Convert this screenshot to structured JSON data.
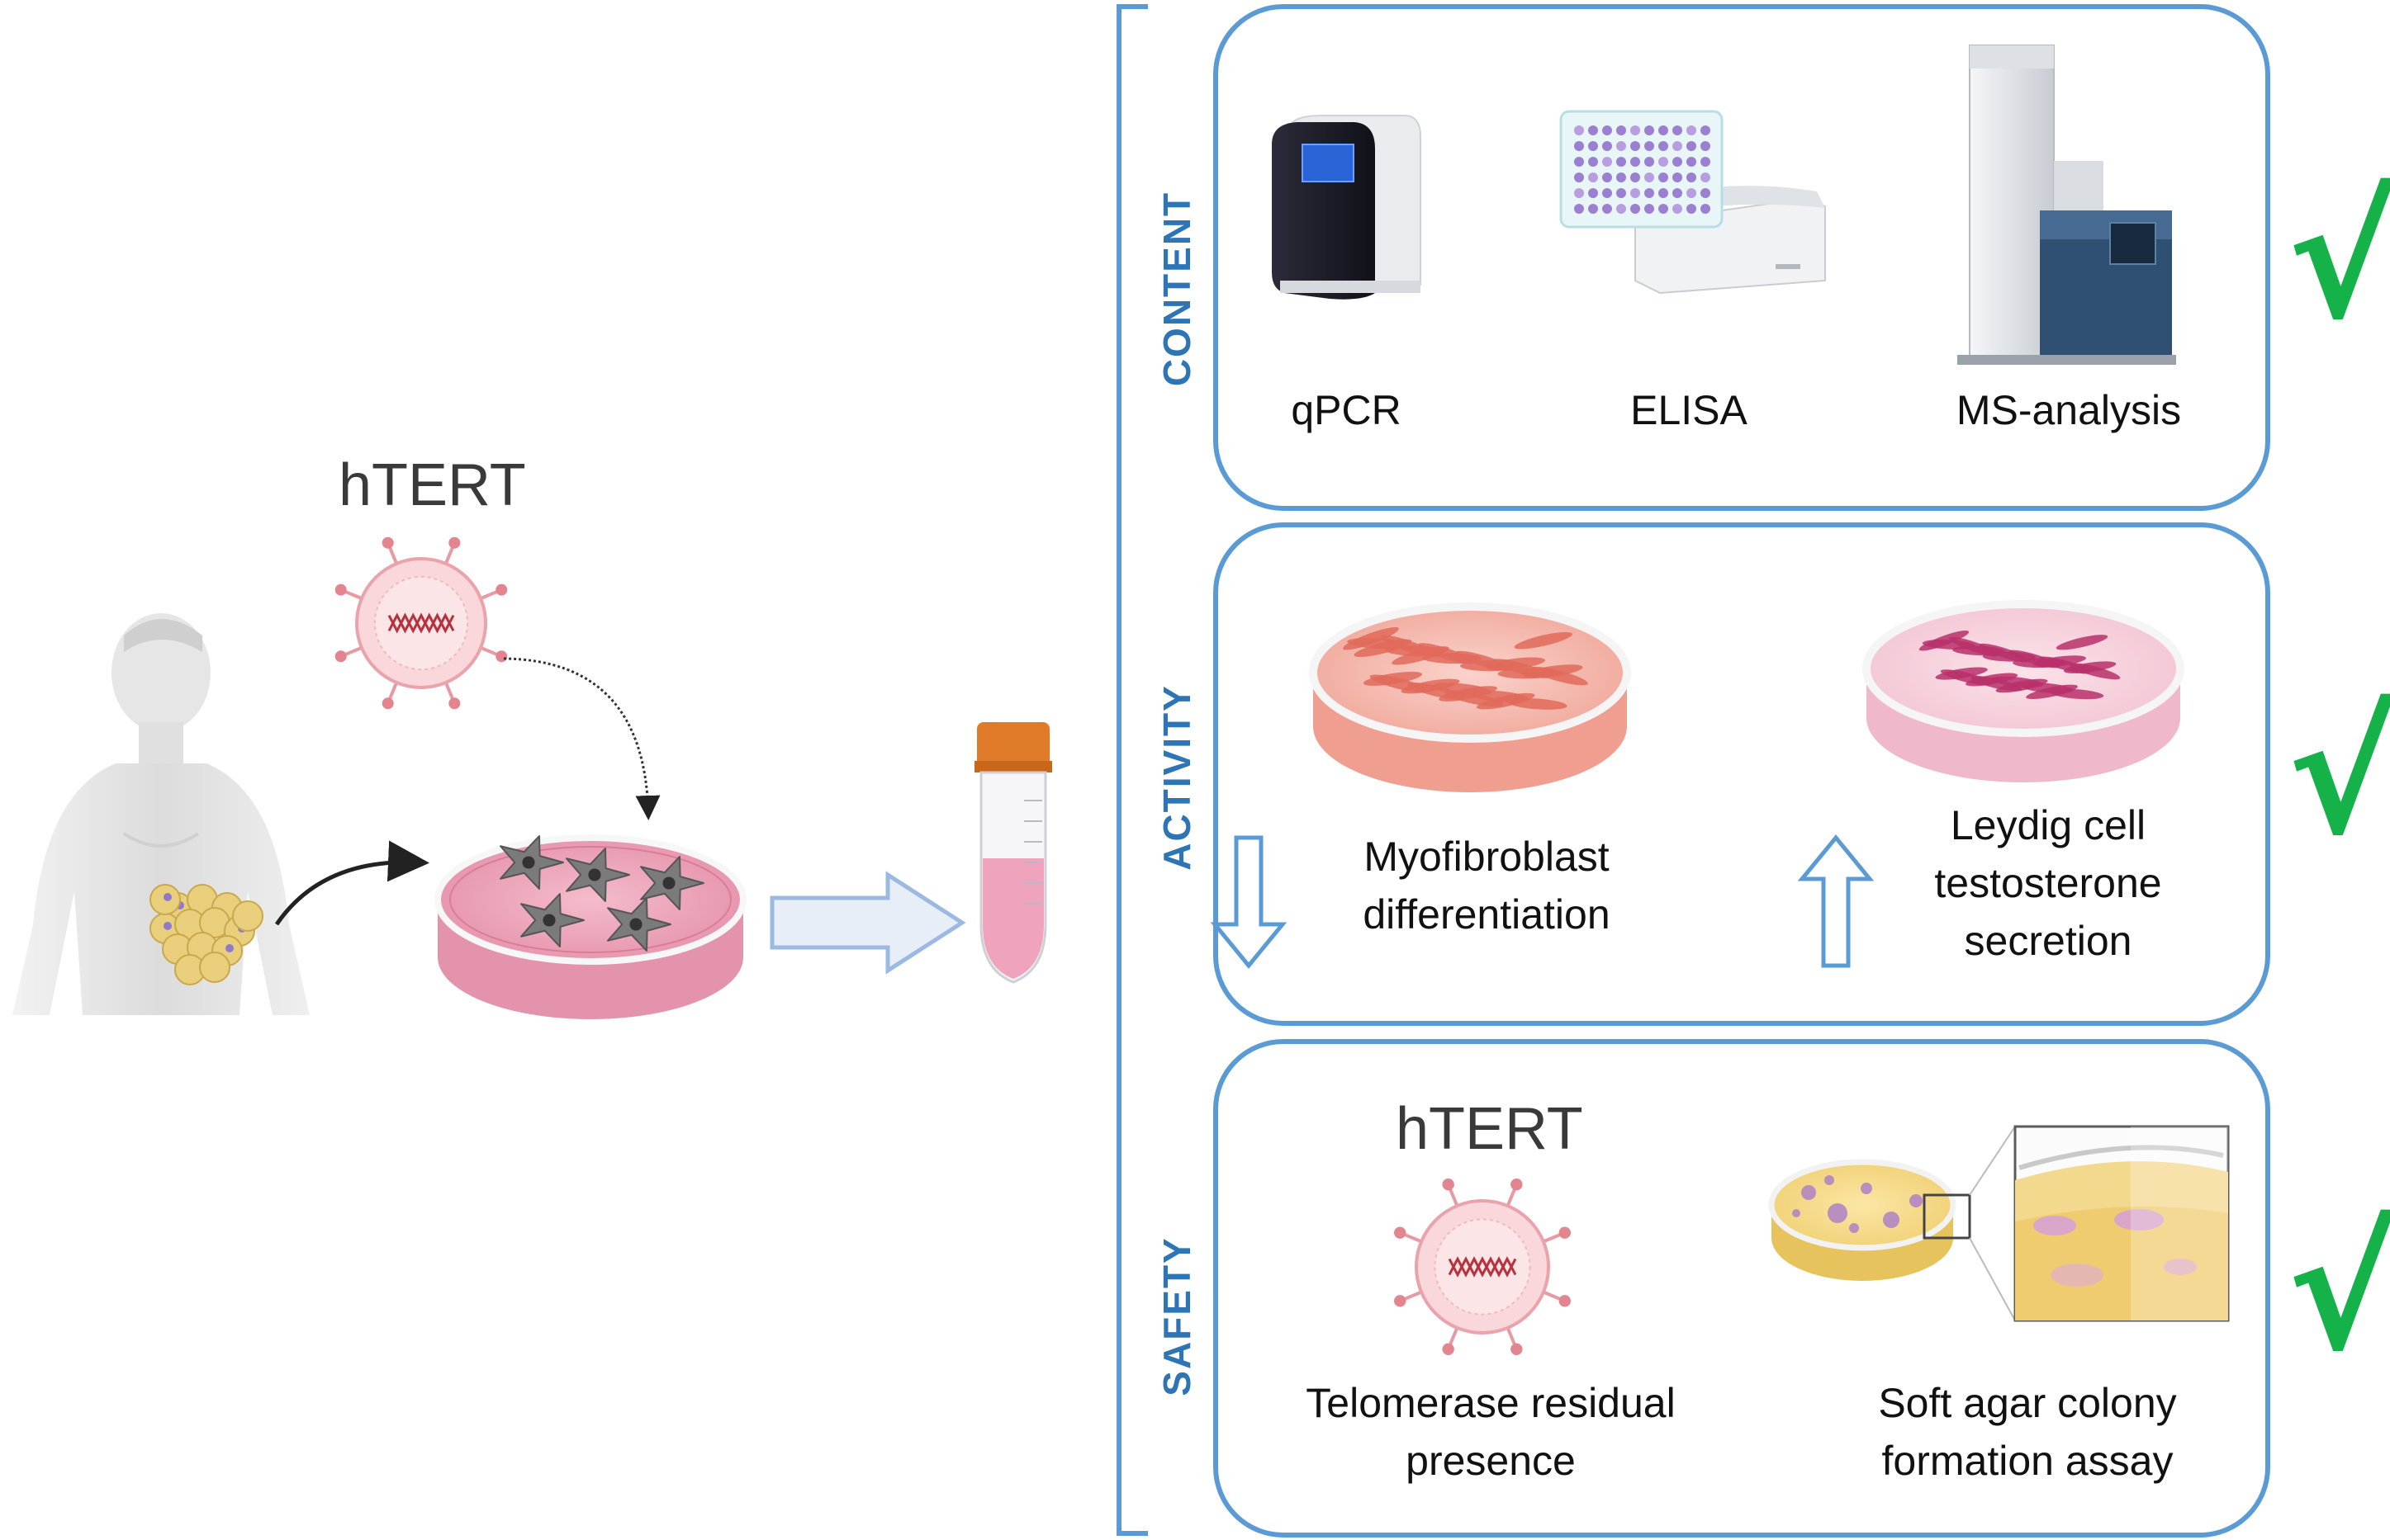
{
  "left": {
    "vector_label": "hTERT"
  },
  "panels": {
    "content": {
      "side_label": "CONTENT",
      "items": [
        "qPCR",
        "ELISA",
        "MS-analysis"
      ],
      "check": "√"
    },
    "activity": {
      "side_label": "ACTIVITY",
      "items": [
        {
          "line1": "Myofibroblast",
          "line2": "differentiation"
        },
        {
          "line1": "Leydig cell",
          "line2": "testosterone",
          "line3": "secretion"
        }
      ],
      "check": "√"
    },
    "safety": {
      "side_label": "SAFETY",
      "vector_label": "hTERT",
      "items": [
        {
          "line1": "Telomerase residual",
          "line2": "presence"
        },
        {
          "line1": "Soft agar colony",
          "line2": "formation assay"
        }
      ],
      "check": "√"
    }
  },
  "colors": {
    "panel_border": "#5B9BD5",
    "side_label": "#2E75B6",
    "check": "#15B24A",
    "dish_pink": "#E8A0B4",
    "tube_cap": "#E07B2A"
  }
}
